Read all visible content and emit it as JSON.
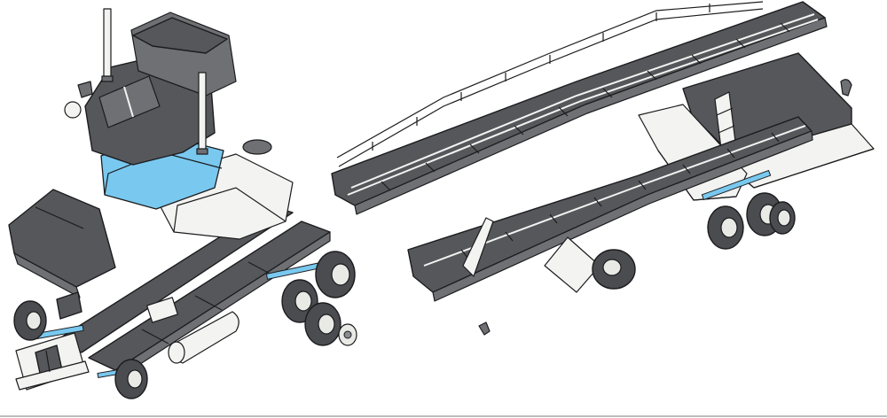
{
  "diagram": {
    "kind": "exploded-view assembly illustration",
    "palette": {
      "plastic_dark": "#55575b",
      "plastic_mid": "#6e7074",
      "plastic_light": "#f3f3f1",
      "highlight_blue": "#79c8ef",
      "outline": "#1c1c1e",
      "background": "#ffffff"
    },
    "groups": [
      {
        "id": "tractor",
        "parts": [
          "cab",
          "smoke-stacks",
          "interior-tub",
          "engine-hood",
          "chassis-frame",
          "bumper-grille",
          "fuel-tanks",
          "wheels"
        ]
      },
      {
        "id": "trailer",
        "parts": [
          "upper-deck",
          "lower-deck",
          "ramp-struts",
          "gooseneck",
          "rear-axles",
          "dolly-wheel"
        ]
      }
    ]
  }
}
